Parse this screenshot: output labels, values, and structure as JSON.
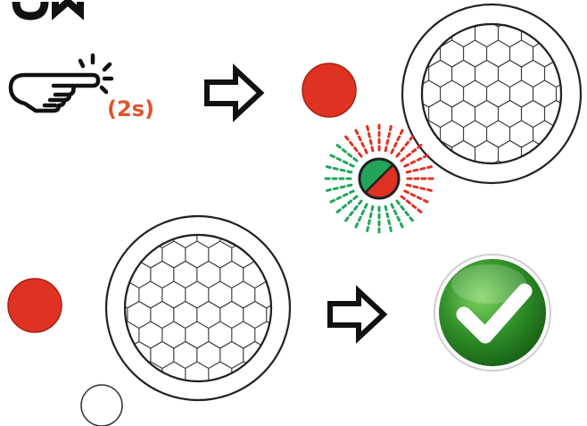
{
  "hold_duration_label": "(2s)",
  "colors": {
    "red": "#e03222",
    "green": "#22a55a",
    "orange_text": "#e0542a",
    "ink": "#111111",
    "check_green_dark": "#1f6b1b",
    "check_green_light": "#5cc046"
  },
  "icons": {
    "press": "pointing-hand-press-icon",
    "arrow": "hollow-right-arrow-icon",
    "blink": "blinking-red-green-led-icon",
    "success": "green-checkmark-icon"
  },
  "steps": [
    {
      "description_visible": false,
      "led_state": "red"
    },
    {
      "description_visible": false,
      "led_state": "blinking-red-green"
    },
    {
      "description_visible": false,
      "led_state": "red-off"
    }
  ]
}
